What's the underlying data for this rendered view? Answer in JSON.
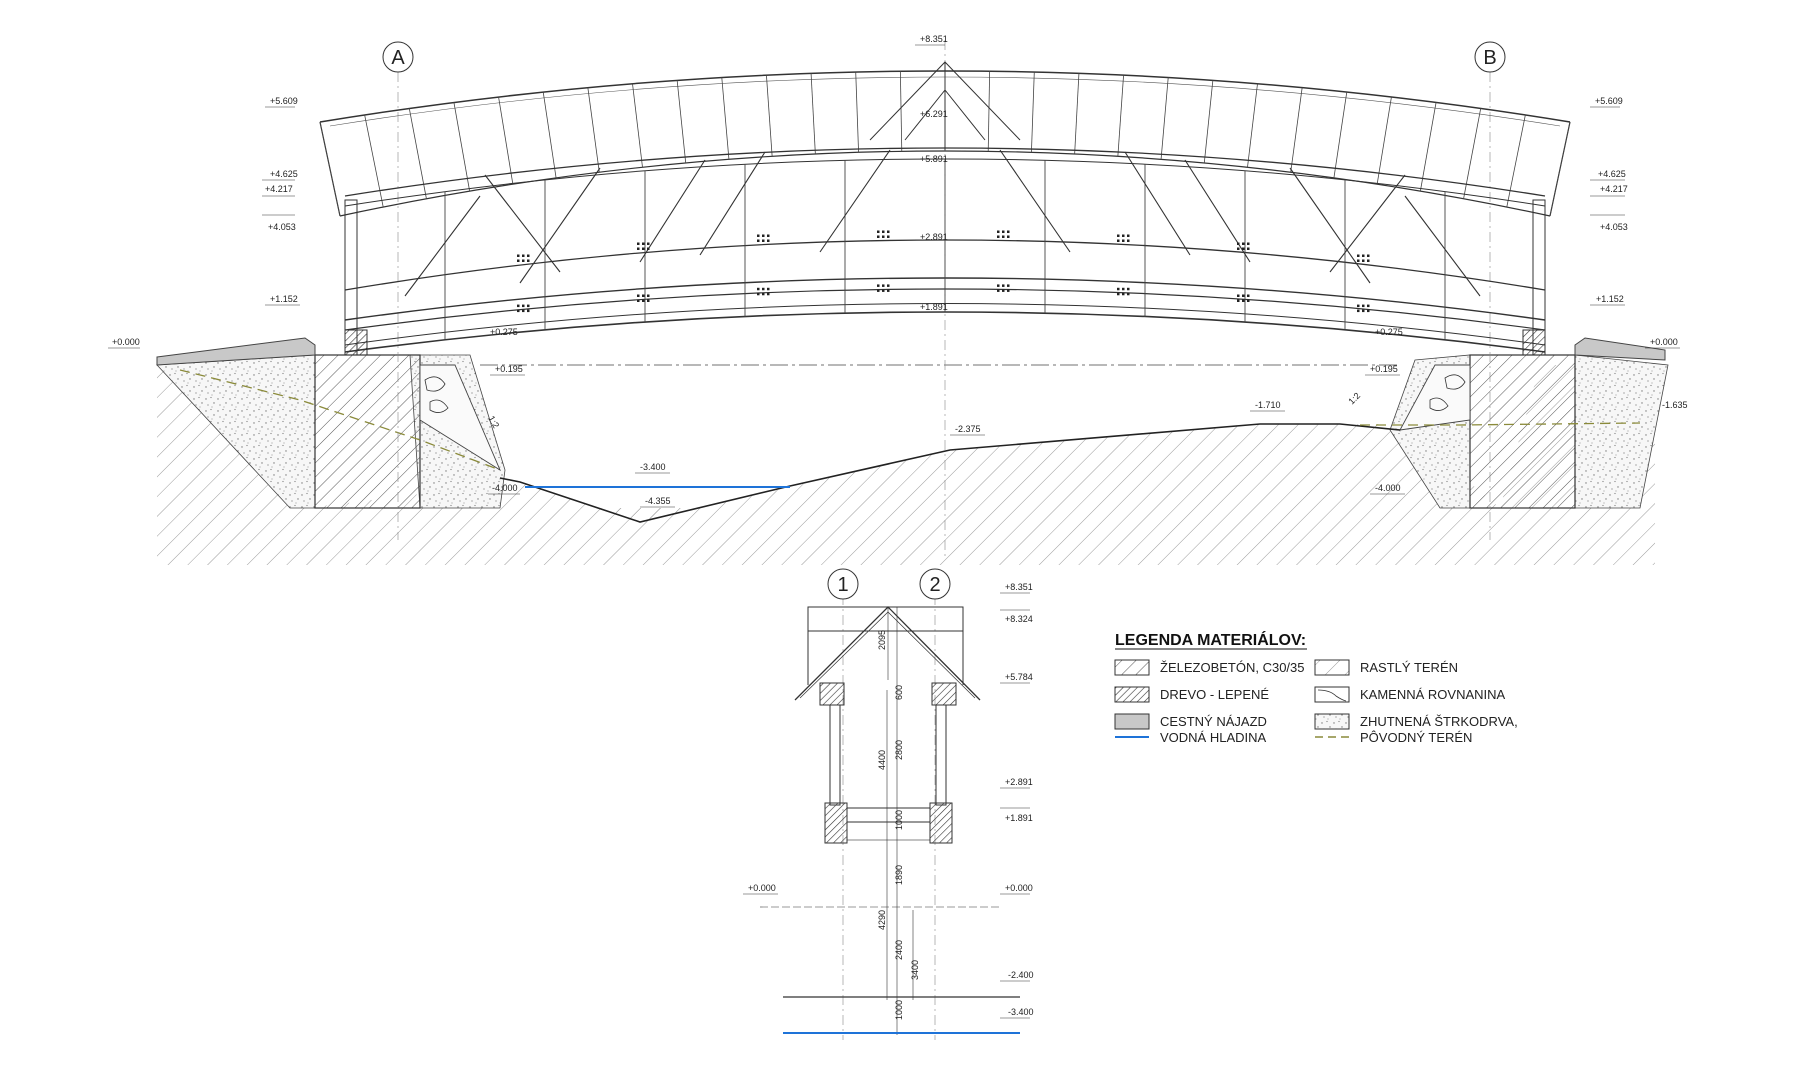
{
  "axes": {
    "main_left": "A",
    "main_right": "B",
    "section_left": "1",
    "section_right": "2"
  },
  "elevation_labels": {
    "top": "+8.351",
    "left_top": "+5.609",
    "right_top": "+5.609",
    "mid_upper": "+6.291",
    "mid_lower": "+5.891",
    "left_4625": "+4.625",
    "left_4217": "+4.217",
    "left_4053": "+4.053",
    "right_4625": "+4.625",
    "right_4217": "+4.217",
    "right_4053": "+4.053",
    "center_2891": "+2.891",
    "center_1891": "+1.891",
    "left_1152": "+1.152",
    "right_1152": "+1.152",
    "left_0000": "+0.000",
    "right_0000": "+0.000",
    "left_0275": "+0.275",
    "right_0275": "+0.275",
    "left_0195": "+0.195",
    "right_0195": "+0.195",
    "right_bank": "-1.635",
    "bank_1710": "-1.710",
    "bed_2375": "-2.375",
    "water_3400": "-3.400",
    "bed_4355": "-4.355",
    "left_4000": "-4.000",
    "right_4000": "-4.000",
    "slope_left": "1:2",
    "slope_right": "1:2"
  },
  "section_labels": {
    "e8351": "+8.351",
    "e8324": "+8.324",
    "e5784": "+5.784",
    "e2891": "+2.891",
    "e1891": "+1.891",
    "e0000_left": "+0.000",
    "e0000_right": "+0.000",
    "e2400": "-2.400",
    "e3400": "-3.400",
    "d2095": "2095",
    "d600": "600",
    "d4400": "4400",
    "d2800": "2800",
    "d1000a": "1000",
    "d1890": "1890",
    "d4290": "4290",
    "d2400": "2400",
    "d3400": "3400",
    "d1000b": "1000"
  },
  "legend": {
    "title": "LEGENDA MATERIÁLOV:",
    "items": [
      {
        "label": "ŽELEZOBETÓN, C30/35"
      },
      {
        "label": "DREVO - LEPENÉ"
      },
      {
        "label": "CESTNÝ NÁJAZD"
      },
      {
        "label": "VODNÁ HLADINA"
      },
      {
        "label": "RASTLÝ TERÉN"
      },
      {
        "label": "KAMENNÁ ROVNANINA"
      },
      {
        "label": "ZHUTNENÁ ŠTRKODRVA,"
      },
      {
        "label": "PÔVODNÝ TERÉN"
      }
    ]
  },
  "colors": {
    "line": "#333333",
    "water": "#1e73d8",
    "road": "#c8c8c8",
    "terrain_dash": "#8a8a3a"
  }
}
